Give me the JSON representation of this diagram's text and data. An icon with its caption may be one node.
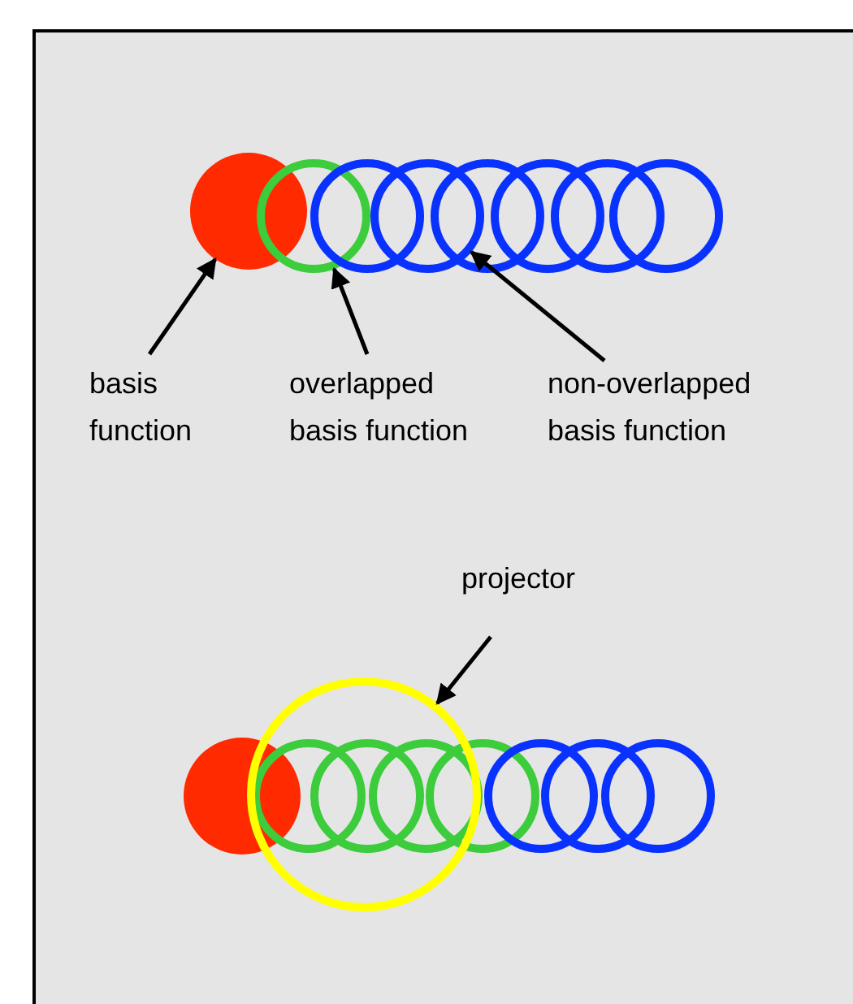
{
  "diagram": {
    "nodes": [
      {
        "text": [],
        "shape": "circle"
      },
      {
        "text": [],
        "shape": "circle"
      },
      {
        "text": [],
        "shape": "circle"
      },
      {
        "text": [
          "basis function"
        ]
      },
      {
        "text": [
          "overlapped basis function"
        ]
      },
      {
        "text": [
          "non-overlapped basis function"
        ]
      },
      {
        "text": [
          "projector"
        ]
      },
      {
        "text": [],
        "shape": "circle"
      }
    ],
    "edges": [
      {
        "from": 3,
        "to": 0,
        "arrow": "to"
      },
      {
        "from": 4,
        "to": 1,
        "arrow": "to"
      },
      {
        "from": 5,
        "to": 2,
        "arrow": "to"
      },
      {
        "from": 6,
        "to": 7,
        "arrow": "to"
      }
    ]
  }
}
